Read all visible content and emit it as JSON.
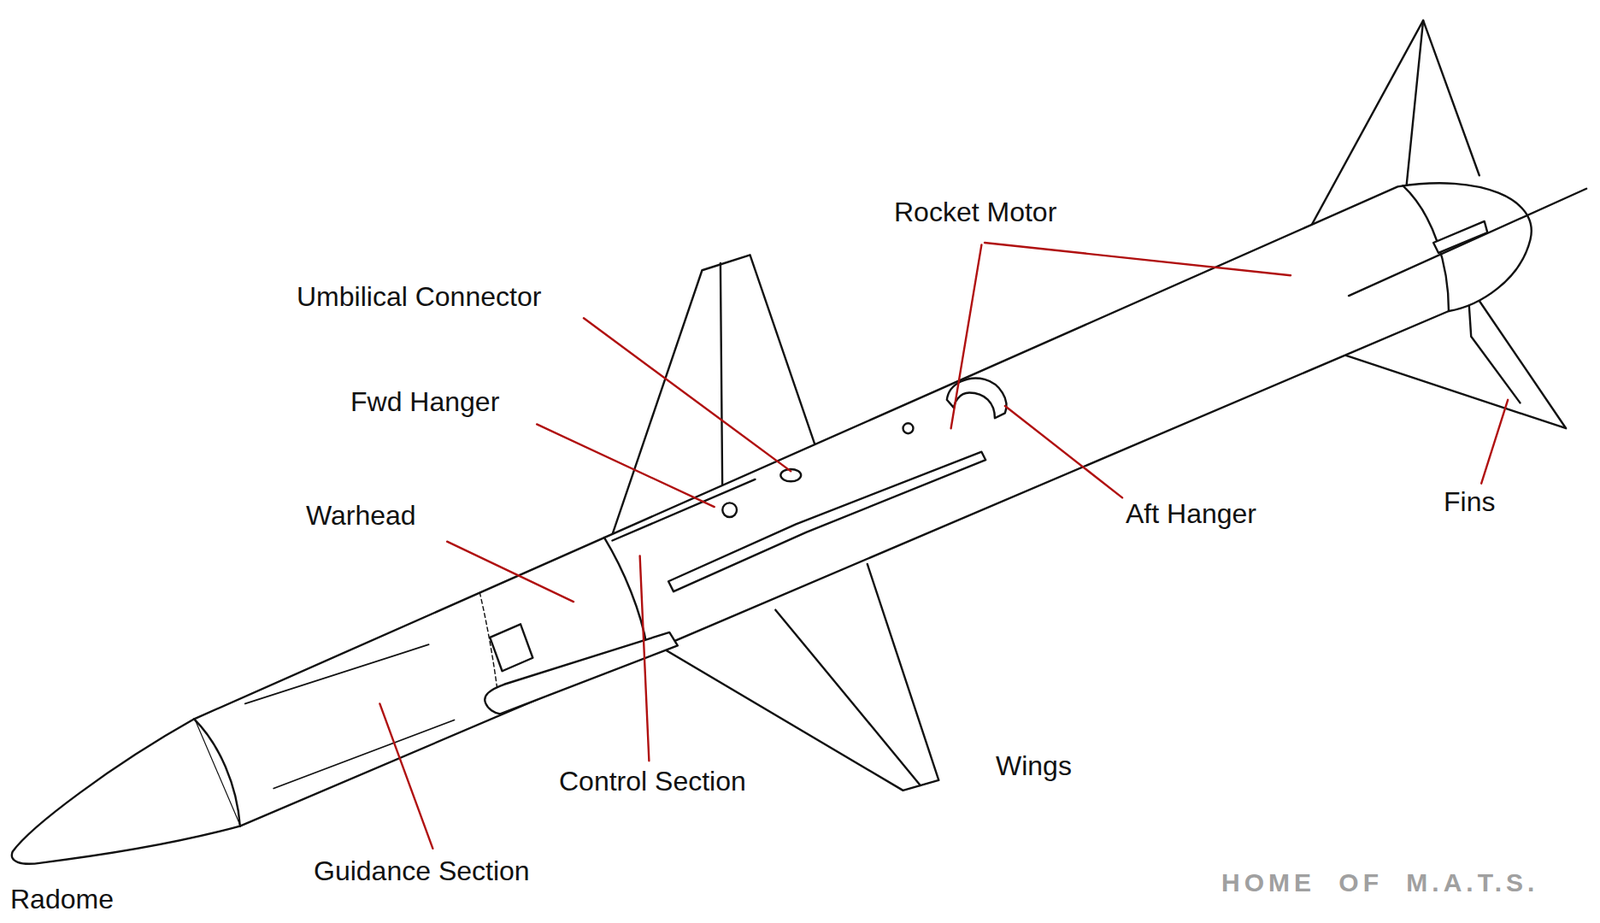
{
  "diagram": {
    "labels": [
      "Rocket Motor",
      "Umbilical Connector",
      "Fwd Hanger",
      "Warhead",
      "Aft Hanger",
      "Fins",
      "Control Section",
      "Wings",
      "Radome",
      "Guidance Section",
      "HOME OF M.A.T.S."
    ]
  }
}
